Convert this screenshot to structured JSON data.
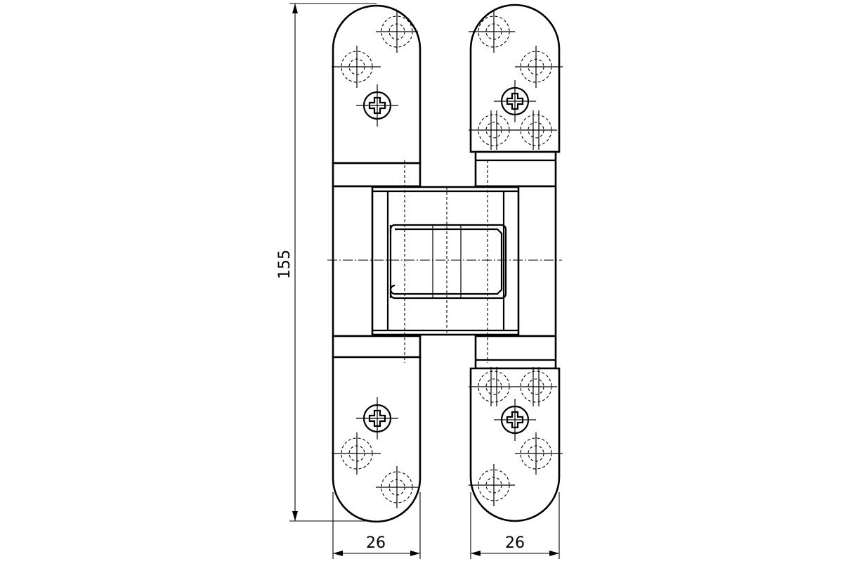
{
  "drawing": {
    "dimensions": {
      "height": "155",
      "left_width": "26",
      "right_width": "26"
    }
  }
}
